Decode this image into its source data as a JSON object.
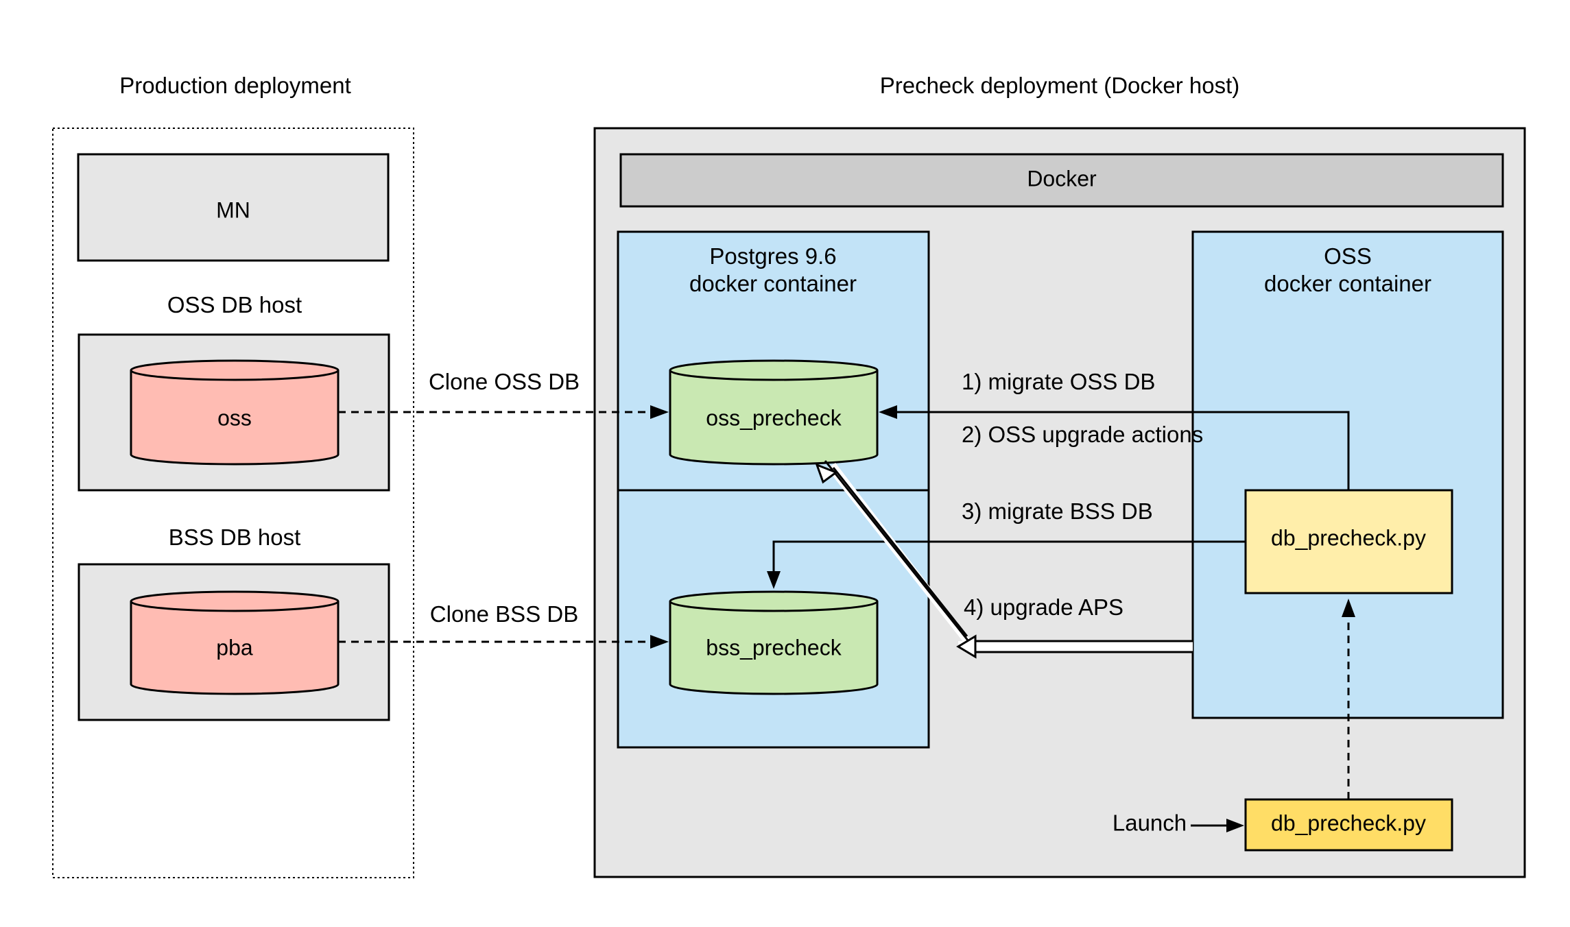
{
  "production": {
    "title": "Production deployment",
    "mn_label": "MN",
    "oss_host_label": "OSS DB host",
    "oss_db_label": "oss",
    "bss_host_label": "BSS DB host",
    "bss_db_label": "pba"
  },
  "precheck": {
    "title": "Precheck deployment (Docker host)",
    "docker_label": "Docker",
    "postgres_container": {
      "line1": "Postgres 9.6",
      "line2": "docker container"
    },
    "oss_container": {
      "line1": "OSS",
      "line2": "docker container"
    },
    "oss_precheck_label": "oss_precheck",
    "bss_precheck_label": "bss_precheck",
    "script_label": "db_precheck.py",
    "launch_script_label": "db_precheck.py",
    "launch_label": "Launch"
  },
  "flows": {
    "clone_oss": "Clone OSS DB",
    "clone_bss": "Clone BSS DB",
    "step1": "1) migrate OSS DB",
    "step2": "2) OSS upgrade actions",
    "step3": "3) migrate BSS DB",
    "step4": "4) upgrade APS"
  },
  "colors": {
    "host_fill": "#e6e6e6",
    "docker_bar": "#cccccc",
    "container_fill": "#c2e3f7",
    "prod_db_fill": "#ffbcb3",
    "precheck_db_fill": "#c9e8b2",
    "script_fill": "#ffeeaa",
    "launch_fill": "#ffdd66"
  }
}
